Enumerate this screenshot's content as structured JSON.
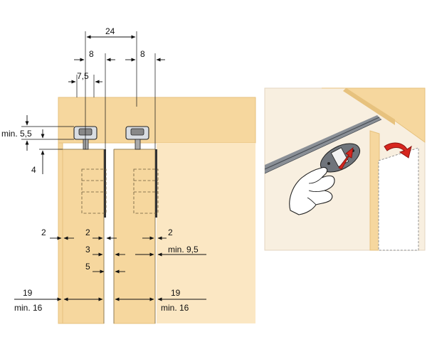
{
  "colors": {
    "wood": "#f6d79e",
    "wood_edge": "#e7c27e",
    "wood_light": "#fbe7c3",
    "panel_bg": "#f8efe0",
    "rail": "#8a8f96",
    "rail_dark": "#4a4f56",
    "arrow_red": "#d7261e",
    "line": "#111111"
  },
  "dimensions": {
    "top_total": "24",
    "top_left_8": "8",
    "top_right_8": "8",
    "offset_7_5": "7,5",
    "min_5_5": "min. 5,5",
    "gap_4": "4",
    "left_2": "2",
    "mid_2_left": "2",
    "mid_2_right": "2",
    "gap_3": "3",
    "min_9_5": "min. 9,5",
    "gap_5": "5",
    "thick_left": "19",
    "thick_left_min": "min. 16",
    "thick_right": "19",
    "thick_right_min": "min. 16"
  },
  "illustration": {
    "inset_icon": "hand-pressing-release-clip-icon",
    "action_arrow": "red-curved-arrow-icon"
  }
}
